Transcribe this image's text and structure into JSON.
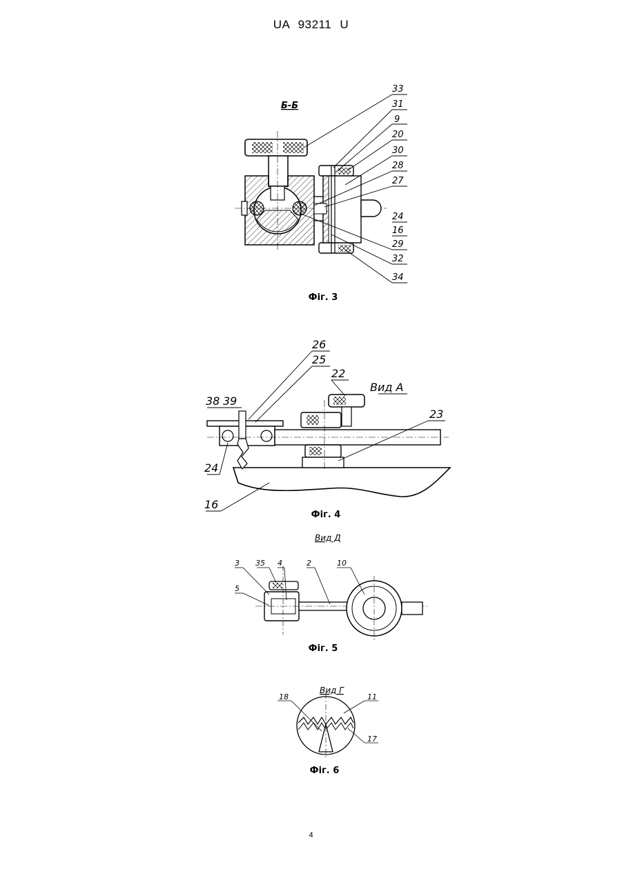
{
  "header": {
    "doc_number": "UA   93211   U"
  },
  "figures": {
    "fig3": {
      "section_label": "Б-Б",
      "caption": "Фіг. 3",
      "labels": [
        "33",
        "31",
        "9",
        "20",
        "30",
        "28",
        "27",
        "24",
        "16",
        "29",
        "32",
        "34"
      ]
    },
    "fig4": {
      "view_label": "Вид А",
      "caption": "Фіг. 4",
      "labels": {
        "l26": "26",
        "l25": "25",
        "l22": "22",
        "l23": "23",
        "l38": "38",
        "l39": "39",
        "l24": "24",
        "l16": "16"
      }
    },
    "fig5": {
      "view_label": "Вид Д",
      "caption": "Фіг. 5",
      "labels": {
        "l3": "3",
        "l35": "35",
        "l4": "4",
        "l2": "2",
        "l10": "10",
        "l5": "5"
      }
    },
    "fig6": {
      "view_label": "Вид Г",
      "caption": "Фіг. 6",
      "labels": {
        "l18": "18",
        "l11": "11",
        "l17": "17"
      }
    }
  },
  "page_number": "4"
}
